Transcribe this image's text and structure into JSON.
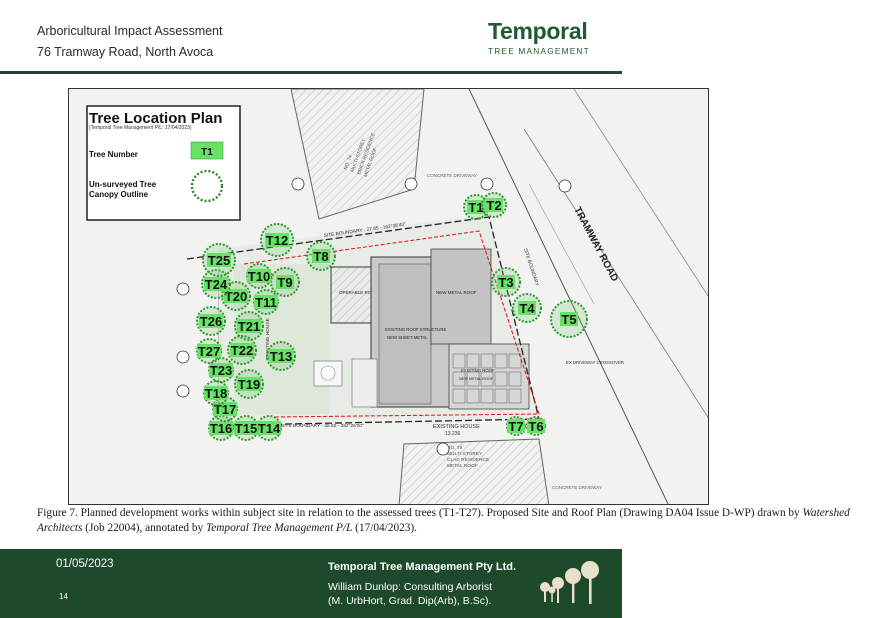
{
  "header": {
    "doc_title": "Arboricultural Impact Assessment",
    "site_address": "76 Tramway Road, North Avoca",
    "logo_main": "Temporal",
    "logo_sub": "TREE MANAGEMENT"
  },
  "plan": {
    "legend_title": "Tree Location Plan",
    "legend_subtitle": "(Temporal Tree Management P/L: 17/04/2023)",
    "legend_tree_number_label": "Tree Number",
    "legend_tree_sample": "T1",
    "legend_canopy_label_1": "Un-surveyed Tree",
    "legend_canopy_label_2": "Canopy Outline",
    "road_label": "TRAMWAY ROAD",
    "existing_house_bottom": "EXISTING HOUSE",
    "existing_house_bottom_rl": "13.236",
    "existing_house_left": "EXISTING HOUSE",
    "boundary_top": "SITE BOUNDARY - 27.85 - 162°38'40\"",
    "boundary_bottom": "SITE BOUNDARY - 35.82 - 352°25'00\"",
    "boundary_right": "SITE BOUNDARY",
    "operable_roof": "OPERABLE ROOF",
    "new_metal_roof": "NEW METAL ROOF",
    "existing_roof_structure_1": "EXISTING ROOF STRUCTURE",
    "existing_roof_structure_2": "NEW SHEET METAL",
    "existing_roof": "EXISTING ROOF",
    "new_metal_roof_2": "NEW METAL ROOF",
    "neighbour_top_1": "NO. 74",
    "neighbour_top_2": "MULTI-STOREY",
    "neighbour_top_3": "BRICK RESIDENCE",
    "neighbour_top_4": "METAL ROOF",
    "neighbour_bottom_1": "NO. 78",
    "neighbour_bottom_2": "MULTI-STOREY",
    "neighbour_bottom_3": "CLAD RESIDENCE",
    "neighbour_bottom_4": "METAL ROOF",
    "concrete_driveway": "CONCRETE DRIVEWAY",
    "concrete_driveway_2": "CONCRETE DRIVEWAY",
    "ex_driveway_crossover": "EX DRIVEWAY CROSSOVER",
    "trees": [
      "T1",
      "T2",
      "T3",
      "T4",
      "T5",
      "T6",
      "T7",
      "T8",
      "T9",
      "T10",
      "T11",
      "T12",
      "T13",
      "T14",
      "T15",
      "T16",
      "T17",
      "T18",
      "T19",
      "T20",
      "T21",
      "T22",
      "T23",
      "T24",
      "T25",
      "T26",
      "T27"
    ]
  },
  "caption": {
    "part1": "Figure 7. Planned development works within subject site in relation to the assessed trees (T1-T27). Proposed Site and Roof Plan (Drawing DA04 Issue D-WP) drawn by ",
    "architect": "Watershed Architects",
    "part2": " (Job 22004), annotated by ",
    "annotator": "Temporal Tree Management P/L",
    "part3": " (17/04/2023)."
  },
  "footer": {
    "date": "01/05/2023",
    "page": "14",
    "company": "Temporal Tree Management Pty Ltd.",
    "name_line": "William Dunlop: Consulting Arborist",
    "quals_line": "(M. UrbHort, Grad. Dip(Arb), B.Sc).",
    "brand_color": "#1e4a2c",
    "tree_label_color": "#66e266"
  }
}
